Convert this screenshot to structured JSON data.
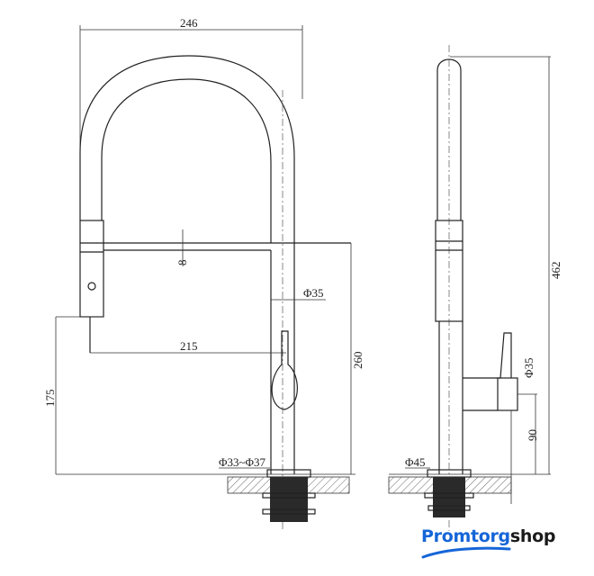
{
  "front_view": {
    "width_dim": "246",
    "arm_thickness_dim": "8",
    "body_diameter": "Φ35",
    "reach_dim": "215",
    "spout_height_dim": "260",
    "sprayer_height_dim": "175",
    "hole_diameter": "Φ33~Φ37"
  },
  "side_view": {
    "total_height_dim": "462",
    "handle_diameter": "Φ35",
    "handle_height_dim": "90",
    "base_diameter": "Φ45"
  },
  "logo": {
    "part1": "Promtorg",
    "part2": "shop",
    "colors": {
      "primary": "#1565d8",
      "secondary": "#1a1a1a"
    }
  }
}
